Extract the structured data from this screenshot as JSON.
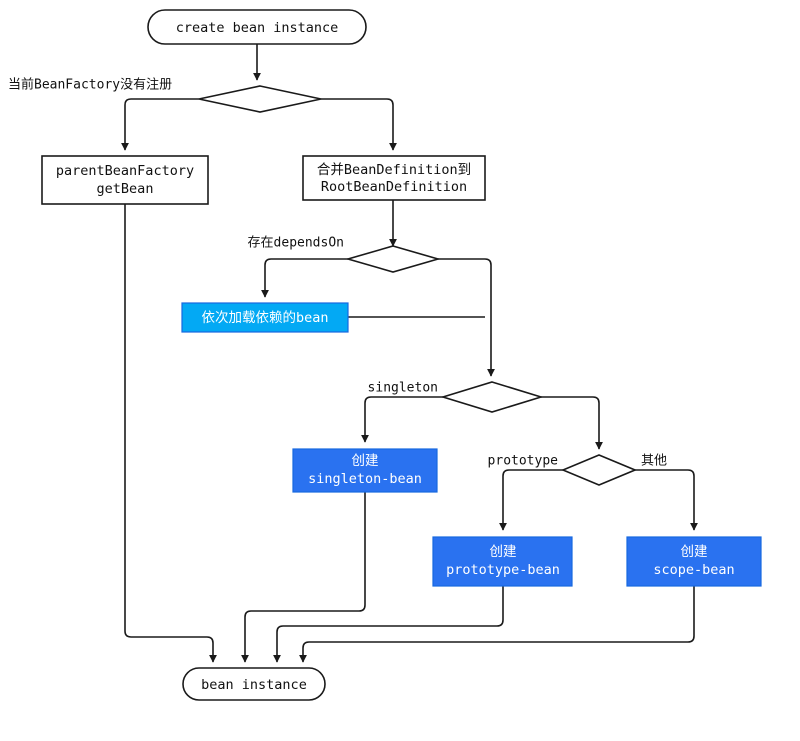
{
  "diagram": {
    "title": "create bean instance flowchart",
    "colors": {
      "line": "#1a1a1a",
      "node_fill": "#ffffff",
      "blue_strong": "#2a72f0",
      "blue_light": "#03a9f4",
      "text_dark": "#111111",
      "text_light": "#ffffff"
    },
    "nodes": {
      "start": {
        "text": "create bean instance",
        "shape": "terminator"
      },
      "d_registered": {
        "text": "",
        "shape": "decision"
      },
      "parent_factory": {
        "line1": "parentBeanFactory",
        "line2": "getBean",
        "shape": "process"
      },
      "merge_definition": {
        "line1": "合并BeanDefinition到",
        "line2": "RootBeanDefinition",
        "shape": "process"
      },
      "d_depends": {
        "text": "",
        "shape": "decision"
      },
      "load_depends": {
        "text": "依次加载依赖的bean",
        "shape": "process-blue-light"
      },
      "d_scope": {
        "text": "",
        "shape": "decision"
      },
      "create_singleton": {
        "line1": "创建",
        "line2": "singleton-bean",
        "shape": "process-blue"
      },
      "d_proto": {
        "text": "",
        "shape": "decision"
      },
      "create_prototype": {
        "line1": "创建",
        "line2": "prototype-bean",
        "shape": "process-blue"
      },
      "create_scope": {
        "line1": "创建",
        "line2": "scope-bean",
        "shape": "process-blue"
      },
      "end": {
        "text": "bean instance",
        "shape": "terminator"
      }
    },
    "edge_labels": {
      "not_registered": "当前BeanFactory没有注册",
      "has_depends_on": "存在dependsOn",
      "singleton": "singleton",
      "prototype": "prototype",
      "other": "其他"
    }
  }
}
